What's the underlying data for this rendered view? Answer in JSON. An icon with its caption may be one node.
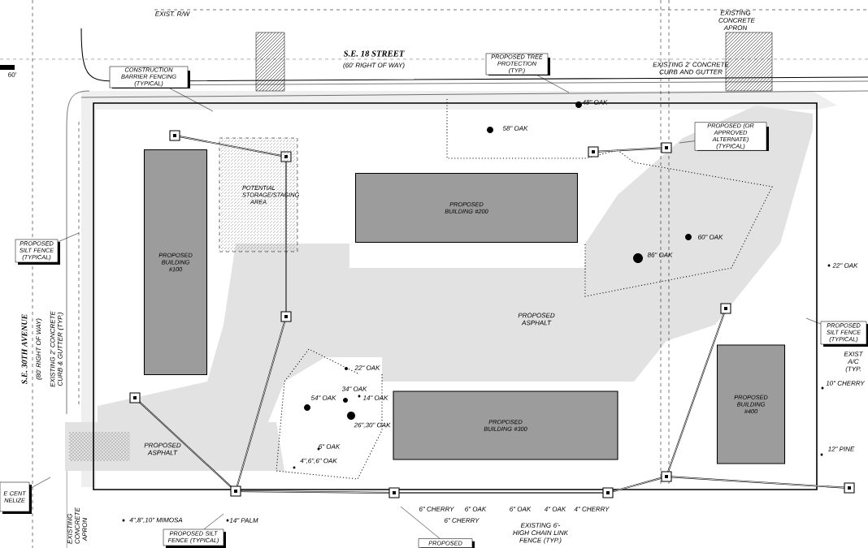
{
  "diagram": {
    "nodes": [
      {
        "text": [
          "PROPOSED BUILDING #100"
        ]
      },
      {
        "text": [
          "PROPOSED BUILDING #200"
        ]
      },
      {
        "text": [
          "PROPOSED BUILDING #300"
        ]
      },
      {
        "text": [
          "PROPOSED BUILDING #400"
        ]
      },
      {
        "text": [
          "CONSTRUCTION BARRIER FENCING (TYPICAL)"
        ]
      },
      {
        "text": [
          "PROPOSED TREE PROTECTION (TYP.)"
        ]
      },
      {
        "text": [
          "PROPOSED (OR APPROVED ALTERNATE) (TYPICAL)"
        ]
      },
      {
        "text": [
          "PROPOSED SILT FENCE (TYPICAL)"
        ]
      },
      {
        "text": [
          "PROPOSED SILT FENCE (TYPICAL)"
        ]
      },
      {
        "text": [
          "PROPOSED SILT FENCE (TYPICAL)"
        ]
      },
      {
        "text": [
          "E CENT NELIZE"
        ]
      },
      {
        "text": [
          "PROPOSED"
        ]
      },
      {
        "text": [
          "POTENTIAL STORAGE/STAGING AREA"
        ]
      }
    ],
    "edges": [
      {
        "from": 4,
        "to": null,
        "arrow": "none"
      },
      {
        "from": 5,
        "to": null,
        "arrow": "none"
      },
      {
        "from": 6,
        "to": null,
        "arrow": "none"
      },
      {
        "from": 7,
        "to": null,
        "arrow": "none"
      },
      {
        "from": 8,
        "to": null,
        "arrow": "none"
      },
      {
        "from": 9,
        "to": null,
        "arrow": "none"
      },
      {
        "from": 10,
        "to": null,
        "arrow": "none"
      },
      {
        "from": 11,
        "to": null,
        "arrow": "none"
      }
    ],
    "labels": [
      "EXIST. R/W",
      "EXISTING CONCRETE APRON",
      "S.E. 18 STREET",
      "(60' RIGHT OF WAY)",
      "EXISTING 2' CONCRETE CURB AND GUTTER",
      "60'",
      "48\" OAK",
      "58\" OAK",
      "60\" OAK",
      "86\" OAK",
      "22\" OAK",
      "PROPOSED ASPHALT",
      "S.E. 30TH AVENUE",
      "(80' RIGHT OF WAY)",
      "EXISTING 2' CONCRETE CURB & GUTTER (TYP.)",
      "EXIST A/C (TYP.",
      "22\" OAK",
      "10\" CHERRY",
      "54\" OAK",
      "34\" OAK",
      "14\" OAK",
      "26\",30\" OAK",
      "PROPOSED ASPHALT",
      "6\" OAK",
      "12\" PINE",
      "4\",6\",6\" OAK",
      "6\" CHERRY",
      "6\" OAK",
      "6\" OAK",
      "4\" OAK",
      "4\" CHERRY",
      "4\",8\",10\" MIMOSA",
      "14\" PALM",
      "6\" CHERRY",
      "EXISTING CONCRETE APRON",
      "EXISTING 6'-HIGH CHAIN LINK FENCE (TYP.)"
    ]
  }
}
